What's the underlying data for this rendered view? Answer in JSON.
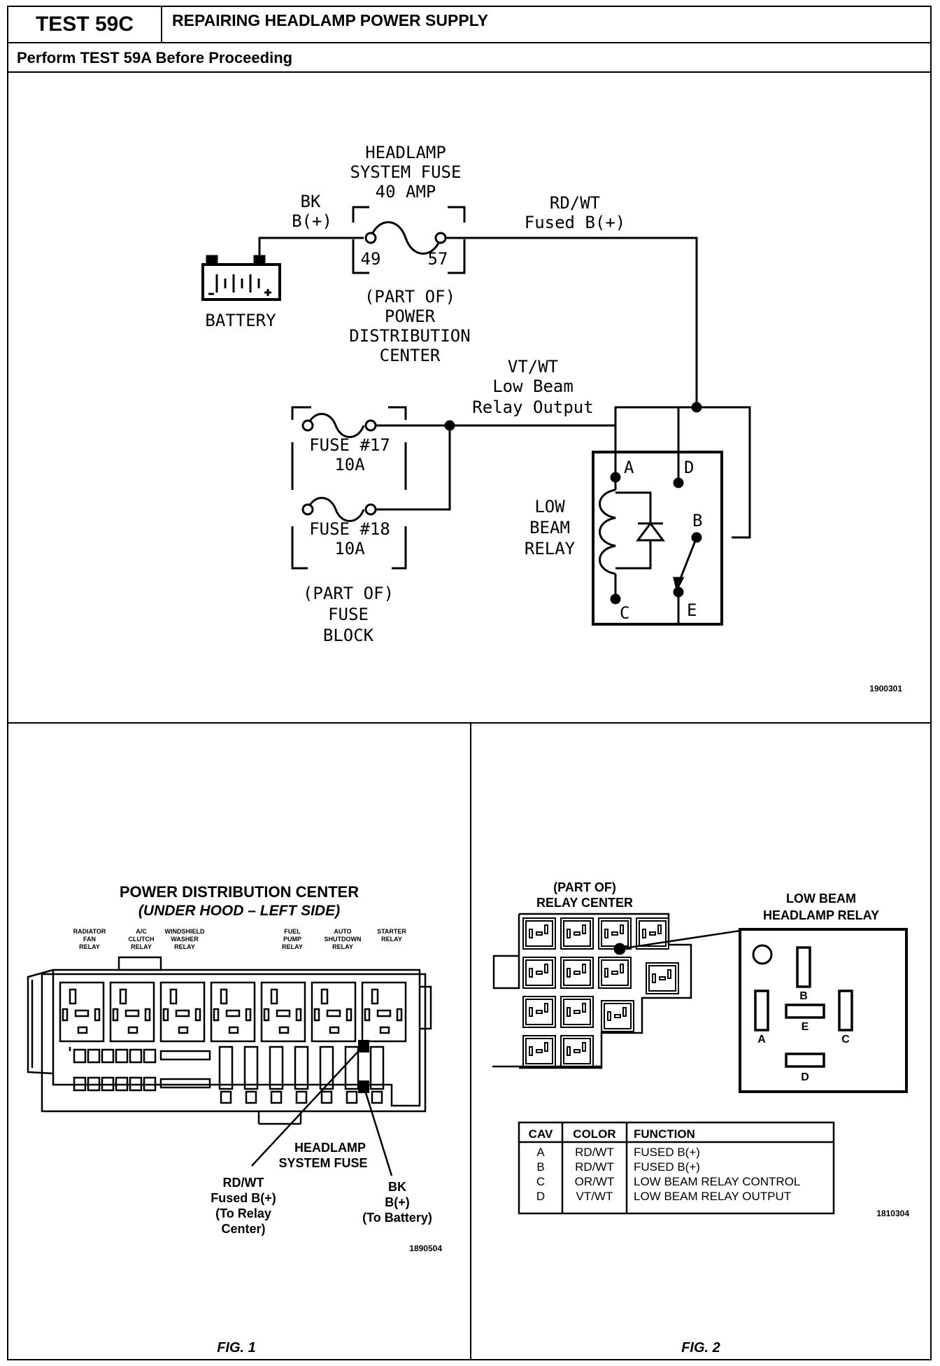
{
  "header": {
    "test_id": "TEST 59C",
    "title": "REPAIRING HEADLAMP POWER SUPPLY",
    "subtitle": "Perform TEST 59A Before Proceeding"
  },
  "schematic": {
    "fuse_title": [
      "HEADLAMP",
      "SYSTEM FUSE",
      "40 AMP"
    ],
    "bk_label": [
      "BK",
      "B(+)"
    ],
    "rdwt_label": [
      "RD/WT",
      "Fused B(+)"
    ],
    "terminal_49": "49",
    "terminal_57": "57",
    "pdc_label": [
      "(PART OF)",
      "POWER",
      "DISTRIBUTION",
      "CENTER"
    ],
    "battery_label": "BATTERY",
    "vtwt_label": [
      "VT/WT",
      "Low Beam",
      "Relay Output"
    ],
    "fuse17": [
      "FUSE #17",
      "10A"
    ],
    "fuse18": [
      "FUSE #18",
      "10A"
    ],
    "fuse_block_label": [
      "(PART OF)",
      "FUSE",
      "BLOCK"
    ],
    "relay_label": [
      "LOW",
      "BEAM",
      "RELAY"
    ],
    "relay_pins": {
      "a": "A",
      "b": "B",
      "c": "C",
      "d": "D",
      "e": "E"
    },
    "ref_number": "1900301"
  },
  "fig1": {
    "title": "POWER DISTRIBUTION CENTER",
    "subtitle": "(UNDER HOOD – LEFT SIDE)",
    "relays": [
      [
        "RADIATOR",
        "FAN",
        "RELAY"
      ],
      [
        "A/C",
        "CLUTCH",
        "RELAY"
      ],
      [
        "WINDSHIELD",
        "WASHER",
        "RELAY"
      ],
      [
        "FUEL",
        "PUMP",
        "RELAY"
      ],
      [
        "AUTO",
        "SHUTDOWN",
        "RELAY"
      ],
      [
        "STARTER",
        "RELAY"
      ]
    ],
    "fuse_callout": [
      "HEADLAMP",
      "SYSTEM FUSE"
    ],
    "rdwt_callout": [
      "RD/WT",
      "Fused B(+)",
      "(To Relay",
      "Center)"
    ],
    "bk_callout": [
      "BK",
      "B(+)",
      "(To Battery)"
    ],
    "ref_number": "1890504",
    "caption": "FIG. 1"
  },
  "fig2": {
    "relay_center_label": [
      "(PART OF)",
      "RELAY CENTER"
    ],
    "relay_title": [
      "LOW BEAM",
      "HEADLAMP RELAY"
    ],
    "socket_pins": {
      "a": "A",
      "b": "B",
      "c": "C",
      "d": "D",
      "e": "E"
    },
    "table": {
      "headers": [
        "CAV",
        "COLOR",
        "FUNCTION"
      ],
      "rows": [
        [
          "A",
          "RD/WT",
          "FUSED B(+)"
        ],
        [
          "B",
          "RD/WT",
          "FUSED B(+)"
        ],
        [
          "C",
          "OR/WT",
          "LOW BEAM RELAY CONTROL"
        ],
        [
          "D",
          "VT/WT",
          "LOW BEAM RELAY OUTPUT"
        ]
      ]
    },
    "ref_number": "1810304",
    "caption": "FIG. 2"
  }
}
